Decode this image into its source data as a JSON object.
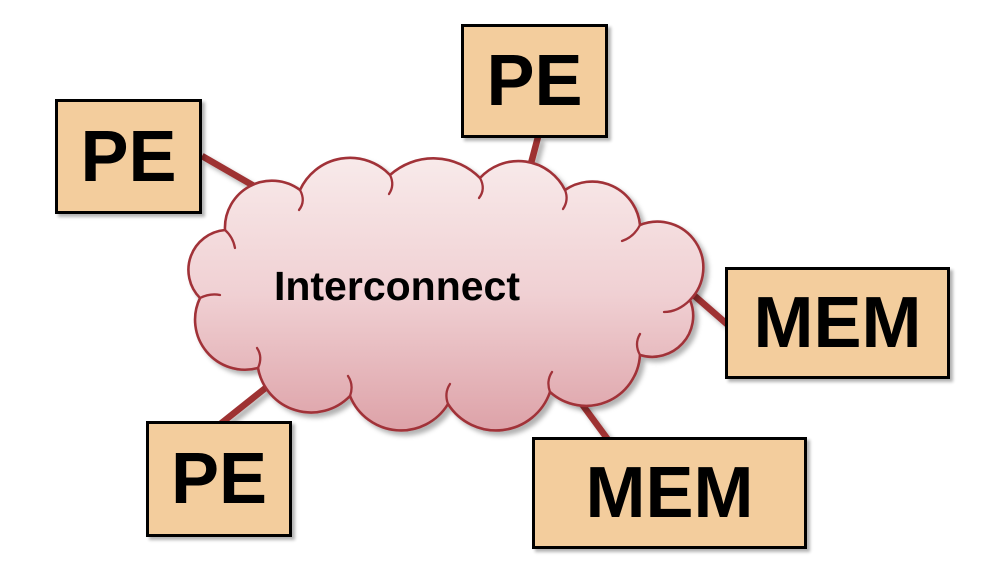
{
  "diagram": {
    "cloud": {
      "label": "Interconnect"
    },
    "nodes": [
      {
        "id": "pe-left",
        "label": "PE"
      },
      {
        "id": "pe-top",
        "label": "PE"
      },
      {
        "id": "pe-bottom-left",
        "label": "PE"
      },
      {
        "id": "mem-right",
        "label": "MEM"
      },
      {
        "id": "mem-bottom",
        "label": "MEM"
      }
    ],
    "colors": {
      "background": "#FFFFFF",
      "box_fill": "#F3CD9D",
      "box_border": "#000000",
      "box_text": "#000000",
      "cloud_gradient_top": "#F8EAEA",
      "cloud_gradient_mid": "#F0D0D3",
      "cloud_gradient_bottom": "#DDA2A8",
      "cloud_outline": "#A13239",
      "connector": "#9E3032",
      "cloud_text": "#000000"
    }
  }
}
